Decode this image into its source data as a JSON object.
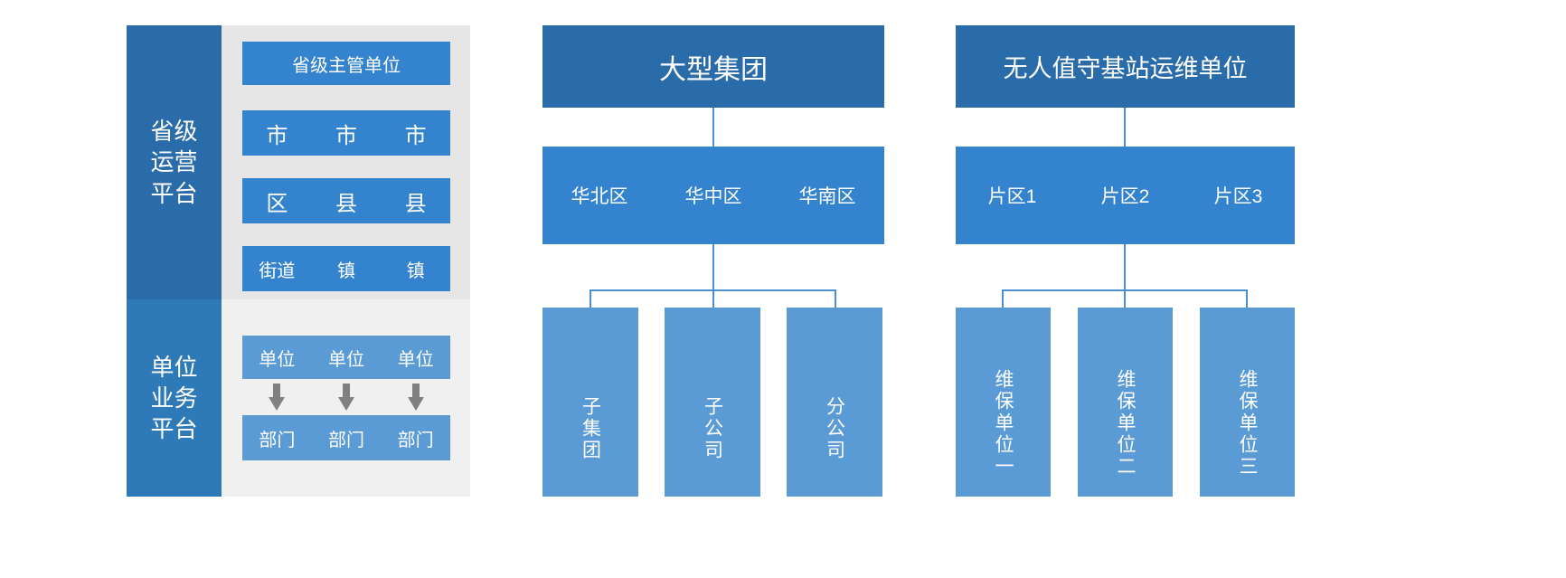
{
  "diagram": {
    "title_semantic": "three-tier-organization-architecture",
    "colors": {
      "dark_blue": "#2A6CAA",
      "mid_blue": "#3483CE",
      "light_blue": "#5B9BD5",
      "gray_panel_top": "#E6E6E6",
      "gray_panel_bottom": "#F0F0F0",
      "arrow_gray": "#808080",
      "connector_blue": "#4A90D0",
      "text_white": "#FFFFFF"
    }
  },
  "left_panel": {
    "sections": [
      {
        "label": "省级\n运营\n平台",
        "label_lines": [
          "省级",
          "运营",
          "平台"
        ]
      },
      {
        "label": "单位\n业务\n平台",
        "label_lines": [
          "单位",
          "业务",
          "平台"
        ]
      }
    ],
    "top_rows": [
      {
        "cells": [
          "省级主管单位"
        ],
        "single": true
      },
      {
        "cells": [
          "市",
          "市",
          "市"
        ],
        "single": false
      },
      {
        "cells": [
          "区",
          "县",
          "县"
        ],
        "single": false
      },
      {
        "cells": [
          "街道",
          "镇",
          "镇"
        ],
        "single": false
      }
    ],
    "bottom_rows": [
      {
        "cells": [
          "单位",
          "单位",
          "单位"
        ]
      },
      {
        "cells": [
          "部门",
          "部门",
          "部门"
        ]
      }
    ],
    "arrow_icon": "down-arrow-icon",
    "arrow_count_per_row": 3
  },
  "middle_tree": {
    "root": "大型集团",
    "band": [
      "华北区",
      "华中区",
      "华南区"
    ],
    "leaves": [
      "子集团",
      "子公司",
      "分公司"
    ]
  },
  "right_tree": {
    "root": "无人值守基站运维单位",
    "band": [
      "片区1",
      "片区2",
      "片区3"
    ],
    "leaves": [
      "维保单位一",
      "维保单位二",
      "维保单位三"
    ]
  }
}
